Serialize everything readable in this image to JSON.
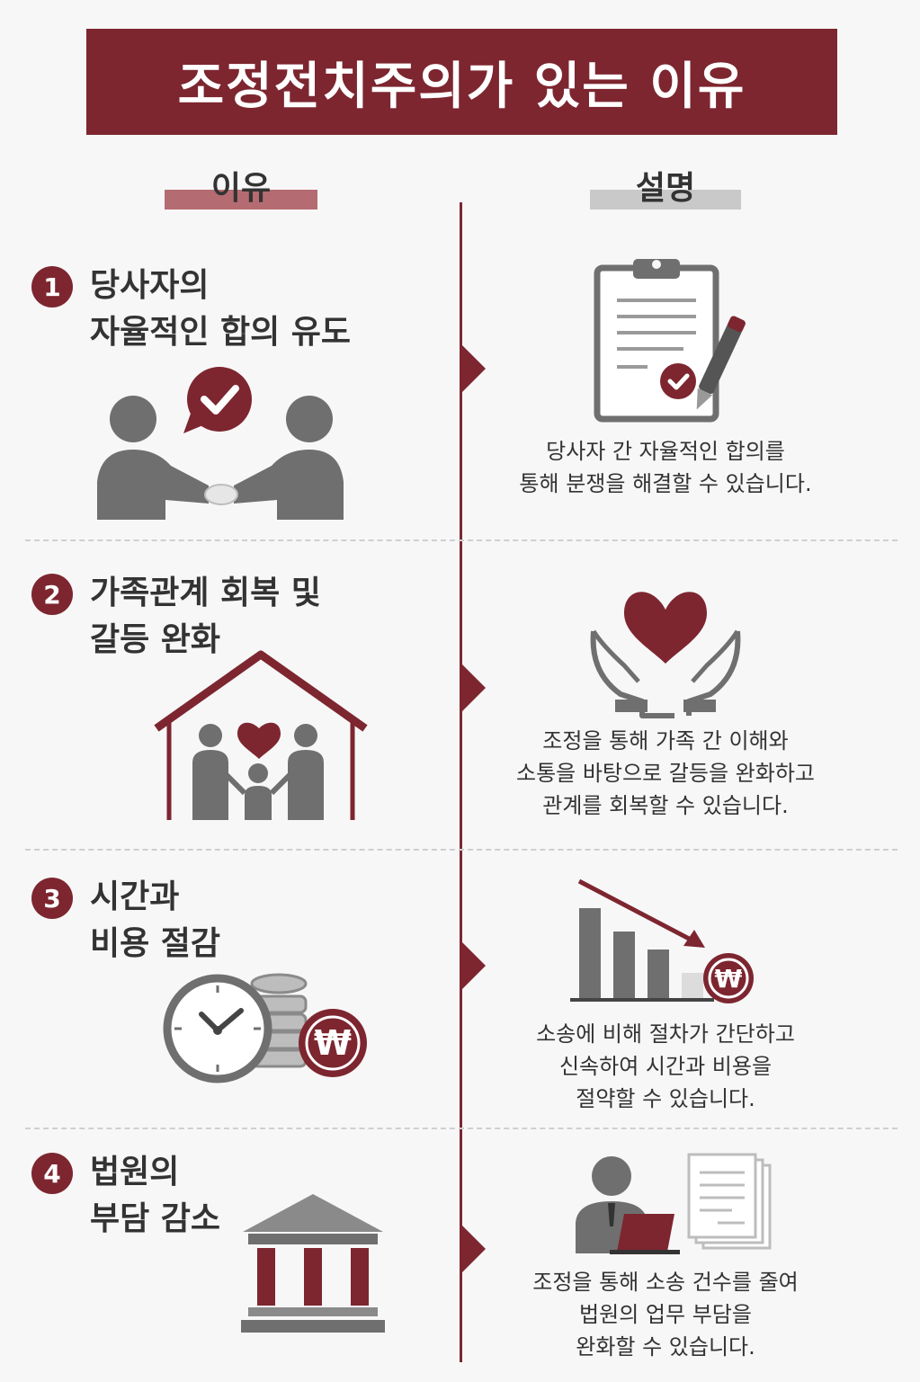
{
  "title": "조정전치주의가 있는 이유",
  "columns": {
    "reason": "이유",
    "description": "설명"
  },
  "items": [
    {
      "number": "1",
      "reason_line1": "당사자의",
      "reason_line2": "자율적인 합의 유도",
      "desc_line1": "당사자 간 자율적인 합의를",
      "desc_line2": "통해 분쟁을 해결할 수 있습니다.",
      "desc_line3": ""
    },
    {
      "number": "2",
      "reason_line1": "가족관계 회복 및",
      "reason_line2": "갈등 완화",
      "desc_line1": "조정을 통해 가족 간 이해와",
      "desc_line2": "소통을 바탕으로 갈등을 완화하고",
      "desc_line3": "관계를 회복할 수 있습니다."
    },
    {
      "number": "3",
      "reason_line1": "시간과",
      "reason_line2": "비용 절감",
      "desc_line1": "소송에 비해 절차가 간단하고",
      "desc_line2": "신속하여 시간과 비용을",
      "desc_line3": "절약할 수 있습니다."
    },
    {
      "number": "4",
      "reason_line1": "법원의",
      "reason_line2": "부담 감소",
      "desc_line1": "조정을 통해 소송 건수를 줄여",
      "desc_line2": "법원의 업무 부담을",
      "desc_line3": "완화할 수 있습니다."
    }
  ],
  "currency_symbol": "₩",
  "colors": {
    "accent": "#7d2630",
    "gray": "#6f6f6f",
    "light_gray": "#bdbdbd",
    "background": "#f7f7f7"
  }
}
